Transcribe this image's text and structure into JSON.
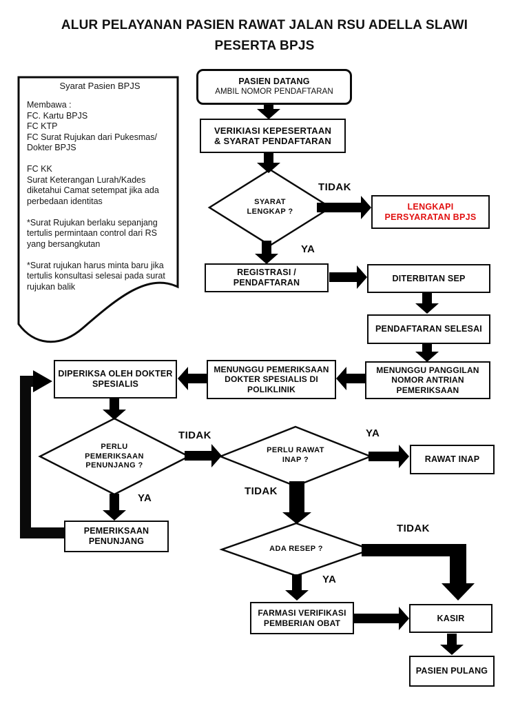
{
  "title": {
    "line1": "ALUR PELAYANAN PASIEN RAWAT JALAN RSU ADELLA SLAWI",
    "line2": "PESERTA BPJS"
  },
  "note": {
    "title": "Syarat Pasien BPJS",
    "lines": [
      "Membawa :",
      "FC. Kartu BPJS",
      "FC KTP",
      "FC Surat Rujukan dari Pukesmas/",
      "Dokter BPJS",
      "",
      "FC KK",
      "Surat Keterangan Lurah/Kades",
      "diketahui Camat setempat jika ada",
      "perbedaan identitas",
      "",
      "*Surat Rujukan berlaku sepanjang",
      "tertulis permintaan control dari RS",
      "yang bersangkutan",
      "",
      "*Surat rujukan harus minta baru jika",
      "tertulis konsultasi selesai pada surat",
      "rujukan balik"
    ]
  },
  "nodes": {
    "pasien_datang": {
      "line1": "PASIEN DATANG",
      "line2": "AMBIL NOMOR PENDAFTARAN"
    },
    "verifikasi": {
      "line1": "VERIKIASI KEPESERTAAN",
      "line2": "& SYARAT PENDAFTARAN"
    },
    "lengkapi": {
      "line1": "LENGKAPI",
      "line2": "PERSYARATAN BPJS"
    },
    "registrasi": {
      "line1": "REGISTRASI /",
      "line2": "PENDAFTARAN"
    },
    "diterbitan_sep": {
      "line1": "DITERBITAN SEP"
    },
    "pendaftaran_selesai": {
      "line1": "PENDAFTARAN SELESAI"
    },
    "menunggu_panggilan": {
      "line1": "MENUNGGU PANGGILAN",
      "line2": "NOMOR ANTRIAN",
      "line3": "PEMERIKSAAN"
    },
    "menunggu_pemeriksaan": {
      "line1": "MENUNGGU PEMERIKSAAN",
      "line2": "DOKTER SPESIALIS DI",
      "line3": "POLIKLINIK"
    },
    "diperiksa": {
      "line1": "DIPERIKSA OLEH DOKTER",
      "line2": "SPESIALIS"
    },
    "pemeriksaan_penunjang": {
      "line1": "PEMERIKSAAN",
      "line2": "PENUNJANG"
    },
    "rawat_inap": {
      "line1": "RAWAT INAP"
    },
    "farmasi": {
      "line1": "FARMASI VERIFIKASI",
      "line2": "PEMBERIAN OBAT"
    },
    "kasir": {
      "line1": "KASIR"
    },
    "pasien_pulang": {
      "line1": "PASIEN PULANG"
    }
  },
  "decisions": {
    "syarat_lengkap": {
      "line1": "SYARAT",
      "line2": "LENGKAP ?"
    },
    "perlu_penunjang": {
      "line1": "PERLU",
      "line2": "PEMERIKSAAN",
      "line3": "PENUNJANG ?"
    },
    "perlu_rawat_inap": {
      "line1": "PERLU RAWAT",
      "line2": "INAP ?"
    },
    "ada_resep": {
      "line1": "ADA RESEP ?"
    }
  },
  "labels": {
    "yes": "YA",
    "no": "TIDAK"
  },
  "colors": {
    "alert_text": "#e11111",
    "shape_stroke": "#0a0a0a"
  },
  "styles": {
    "alert_text": "color:#e11111;"
  }
}
